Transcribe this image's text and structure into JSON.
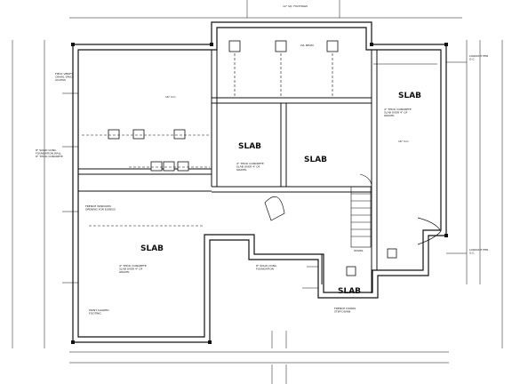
{
  "plan": {
    "rooms": [
      {
        "id": "slab-west",
        "label": "SLAB"
      },
      {
        "id": "slab-center-left",
        "label": "SLAB"
      },
      {
        "id": "slab-center-right",
        "label": "SLAB"
      },
      {
        "id": "slab-east",
        "label": "SLAB"
      },
      {
        "id": "slab-south",
        "label": "SLAB"
      }
    ],
    "notes": {
      "top_note": "12\" SQ. FOOTINGS",
      "top_beam": "LVL BEAM",
      "west_notes": "FIELD VERIFY\nCRAWL SPACE\nACCESS",
      "west_dim": "16\" O.C.",
      "wall_foundation_left": "8\" SOLID CONC.\nFOUNDATION WALL\n8\" THICK CONCRETE",
      "west_window": "FRENCH WINDOWS\nOPENING FOR EGRESS",
      "west_slab_note": "4\" THICK CONCRETE\nSLAB OVER 4\" OF\nGRAVEL",
      "center_slab_note": "4\" THICK CONCRETE\nSLAB OVER 4\" OF\nGRAVEL",
      "east_slab_note": "4\" THICK CONCRETE\nSLAB OVER 4\" OF\nGRAVEL",
      "east_dim": "16\" O.C.",
      "stair_note": "STAIRS",
      "south_step_note": "FRENCH DOORS\nSTEP DOWN",
      "lookout_top": "LOOKOUT PER\nO.C.",
      "lookout_bottom": "LOOKOUT PER\nO.C.",
      "footing_south_left": "POINT LOADED\nFOOTING",
      "footing_south_center": "8\" SOLID CONC.\nFOUNDATION"
    }
  },
  "icons": {
    "north": "compass-icon"
  }
}
